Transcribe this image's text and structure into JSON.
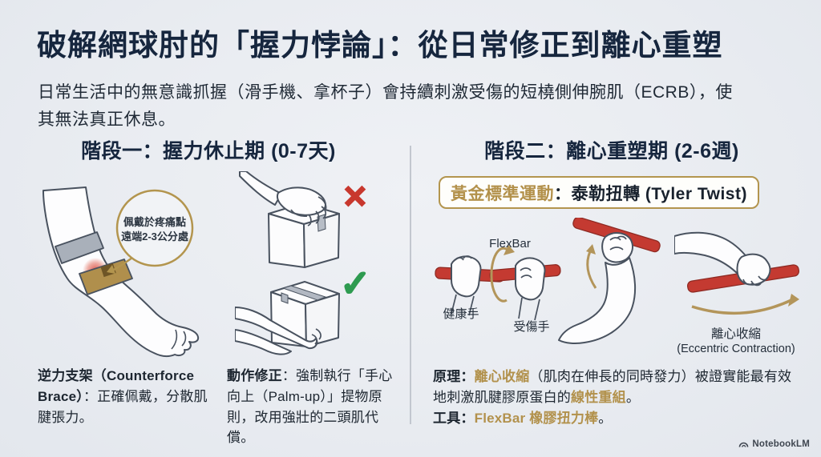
{
  "header": {
    "title": "破解網球肘的「握力悖論」：從日常修正到離心重塑",
    "subtitle": "日常生活中的無意識抓握（滑手機、拿杯子）會持續刺激受傷的短橈側伸腕肌（ECRB），使其無法真正休息。"
  },
  "phase1": {
    "heading": "階段一：握力休止期 (0-7天)",
    "callout_line1": "佩戴於疼痛點",
    "callout_line2": "遠端2-3公分處",
    "wrong_mark": "✕",
    "correct_mark": "✓",
    "caption_brace": {
      "bold": "逆力支架（Counterforce Brace）",
      "rest": "：正確佩戴，分散肌腱張力。"
    },
    "caption_motion": {
      "bold": "動作修正",
      "rest": "：強制執行「手心向上（Palm-up）」提物原則，改用強壯的二頭肌代償。"
    }
  },
  "phase2": {
    "heading": "階段二：離心重塑期 (2-6週)",
    "badge": {
      "gold": "黃金標準運動",
      "rest": "：泰勒扭轉 (Tyler Twist)"
    },
    "labels": {
      "flexbar": "FlexBar",
      "healthy_hand": "健康手",
      "injured_hand": "受傷手",
      "eccentric_zh": "離心收縮",
      "eccentric_en": "(Eccentric Contraction)"
    },
    "caption_principle": {
      "label": "原理：",
      "gold1": "離心收縮",
      "mid": "（肌肉在伸長的同時發力）被證實能最有效地刺激肌腱膠原蛋白的",
      "gold2": "線性重組",
      "end": "。"
    },
    "caption_tool": {
      "label": "工具：",
      "gold": "FlexBar 橡膠扭力棒",
      "end": "。"
    }
  },
  "footer": {
    "brand": "NotebookLM"
  },
  "colors": {
    "background": "#e9ecf1",
    "navy": "#16263e",
    "text_dark": "#1d2630",
    "gold": "#b2914c",
    "bar_red": "#c43a31",
    "wrong_red": "#c8382e",
    "correct_green": "#2e9b50"
  }
}
